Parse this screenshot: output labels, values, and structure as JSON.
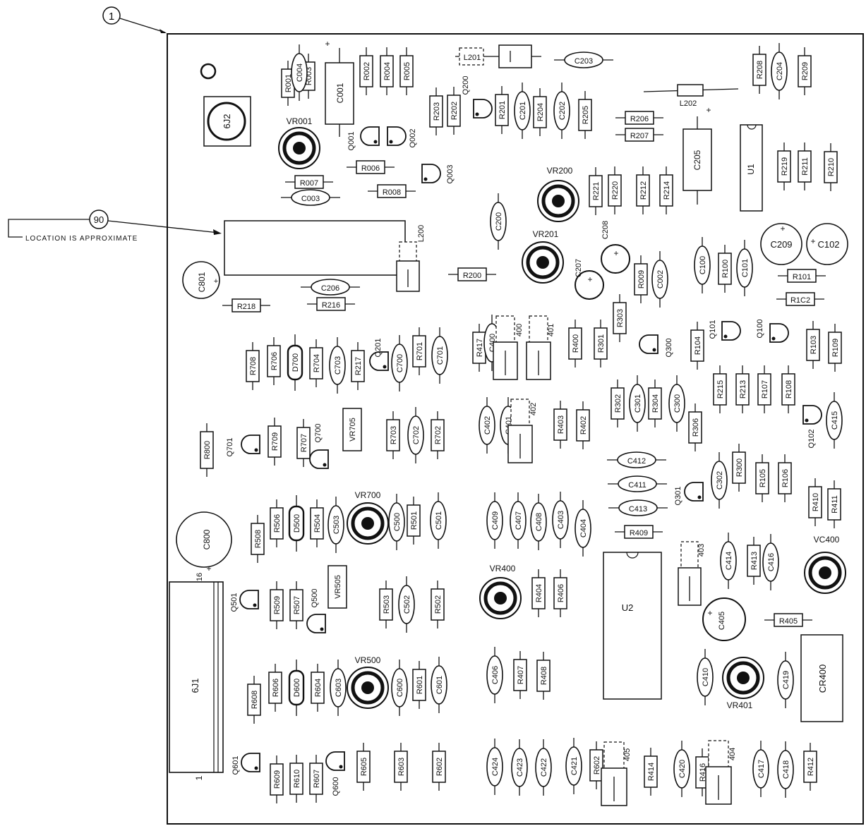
{
  "callouts": {
    "board": "1",
    "part": "90"
  },
  "note": "LOCATION IS APPROXIMATE",
  "large_labels": {
    "j2": "6J2",
    "j1": "6J1",
    "u2": "U2",
    "u1": "U1",
    "cr400": "CR400",
    "c800": "C800",
    "c801": "C801",
    "c001": "C001",
    "c205": "C205",
    "c209": "C209",
    "c102": "C102",
    "pin1": "1",
    "pin16": "16",
    "plus": "+"
  },
  "trimmers": [
    {
      "id": "vr001",
      "label": "VR001"
    },
    {
      "id": "vr200",
      "label": "VR200"
    },
    {
      "id": "vr201",
      "label": "VR201"
    },
    {
      "id": "vr700",
      "label": "VR700"
    },
    {
      "id": "vr400",
      "label": "VR400"
    },
    {
      "id": "vr500",
      "label": "VR500"
    },
    {
      "id": "vr401",
      "label": "VR401"
    },
    {
      "id": "vc400",
      "label": "VC400"
    }
  ],
  "vertical_resistors": [
    "R001",
    "R003",
    "R002",
    "R004",
    "R005",
    "R203",
    "R202",
    "R201",
    "R204",
    "R205",
    "R208",
    "R209",
    "R221",
    "R220",
    "R212",
    "R214",
    "R219",
    "R211",
    "R210",
    "R100",
    "R009",
    "R303",
    "R301",
    "R400",
    "R417",
    "R104",
    "R103",
    "R109",
    "R708",
    "R706",
    "R704",
    "R217",
    "R701",
    "R302",
    "R304",
    "R306",
    "R215",
    "R213",
    "R107",
    "R108",
    "R709",
    "R707",
    "R703",
    "R702",
    "R403",
    "R402",
    "R300",
    "R105",
    "R106",
    "R410",
    "R411",
    "R508",
    "R506",
    "R504",
    "R501",
    "R413",
    "R509",
    "R507",
    "R503",
    "R502",
    "R404",
    "R406",
    "R608",
    "R606",
    "R604",
    "R601",
    "R407",
    "R408",
    "R609",
    "R610",
    "R607",
    "R605",
    "R603",
    "R602",
    "R602",
    "R414",
    "R416",
    "R412",
    "R800"
  ],
  "horizontal_resistors": [
    "R006",
    "R007",
    "R008",
    "R206",
    "R207",
    "R200",
    "R218",
    "R216",
    "R101",
    "R1C2",
    "R409",
    "R405"
  ],
  "vertical_caps": [
    "C004",
    "C201",
    "C202",
    "C204",
    "C200",
    "C002",
    "C100",
    "C101",
    "C400",
    "C700",
    "C701",
    "C703",
    "C301",
    "C300",
    "C402",
    "C401",
    "C702",
    "C415",
    "C302",
    "C409",
    "C407",
    "C408",
    "C403",
    "C404",
    "C503",
    "C500",
    "C501",
    "C414",
    "C416",
    "C502",
    "C406",
    "C603",
    "C600",
    "C601",
    "C410",
    "C419",
    "C424",
    "C423",
    "C422",
    "C421",
    "C420",
    "C417",
    "C418"
  ],
  "horizontal_caps": [
    "C203",
    "C003",
    "C206",
    "C412",
    "C411",
    "C413"
  ],
  "polar_caps": [
    "C208",
    "C207",
    "C405"
  ],
  "diodes": [
    "D700",
    "D500",
    "D600"
  ],
  "vr_boxes": [
    "VR705",
    "VR505"
  ],
  "transistors": [
    "Q200",
    "Q001",
    "Q002",
    "Q003",
    "Q201",
    "Q300",
    "Q101",
    "Q100",
    "Q701",
    "Q700",
    "Q102",
    "Q301",
    "Q501",
    "Q500",
    "Q601",
    "Q600"
  ],
  "coils": [
    "L201",
    "L202",
    "L200",
    "400",
    "401",
    "402",
    "403",
    "405",
    "404"
  ]
}
